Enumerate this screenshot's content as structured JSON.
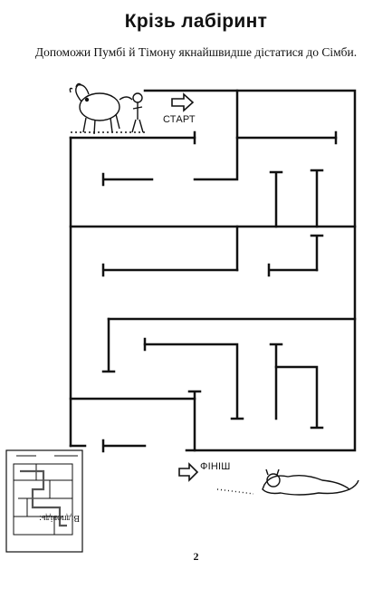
{
  "page": {
    "title": "Крізь лабіринт",
    "subtitle": "Допоможи Пумбі й Тімону якнайшвидше дістатися до Сімби.",
    "page_number": "2"
  },
  "maze": {
    "start_label": "СТАРТ",
    "finish_label": "ФІНІШ"
  },
  "answer_box": {
    "label": "Відповідь:"
  },
  "illustrations": {
    "start_characters": "pumbaa-and-timon",
    "finish_character": "simba-lying"
  },
  "colors": {
    "ink": "#111111",
    "paper": "#ffffff"
  }
}
